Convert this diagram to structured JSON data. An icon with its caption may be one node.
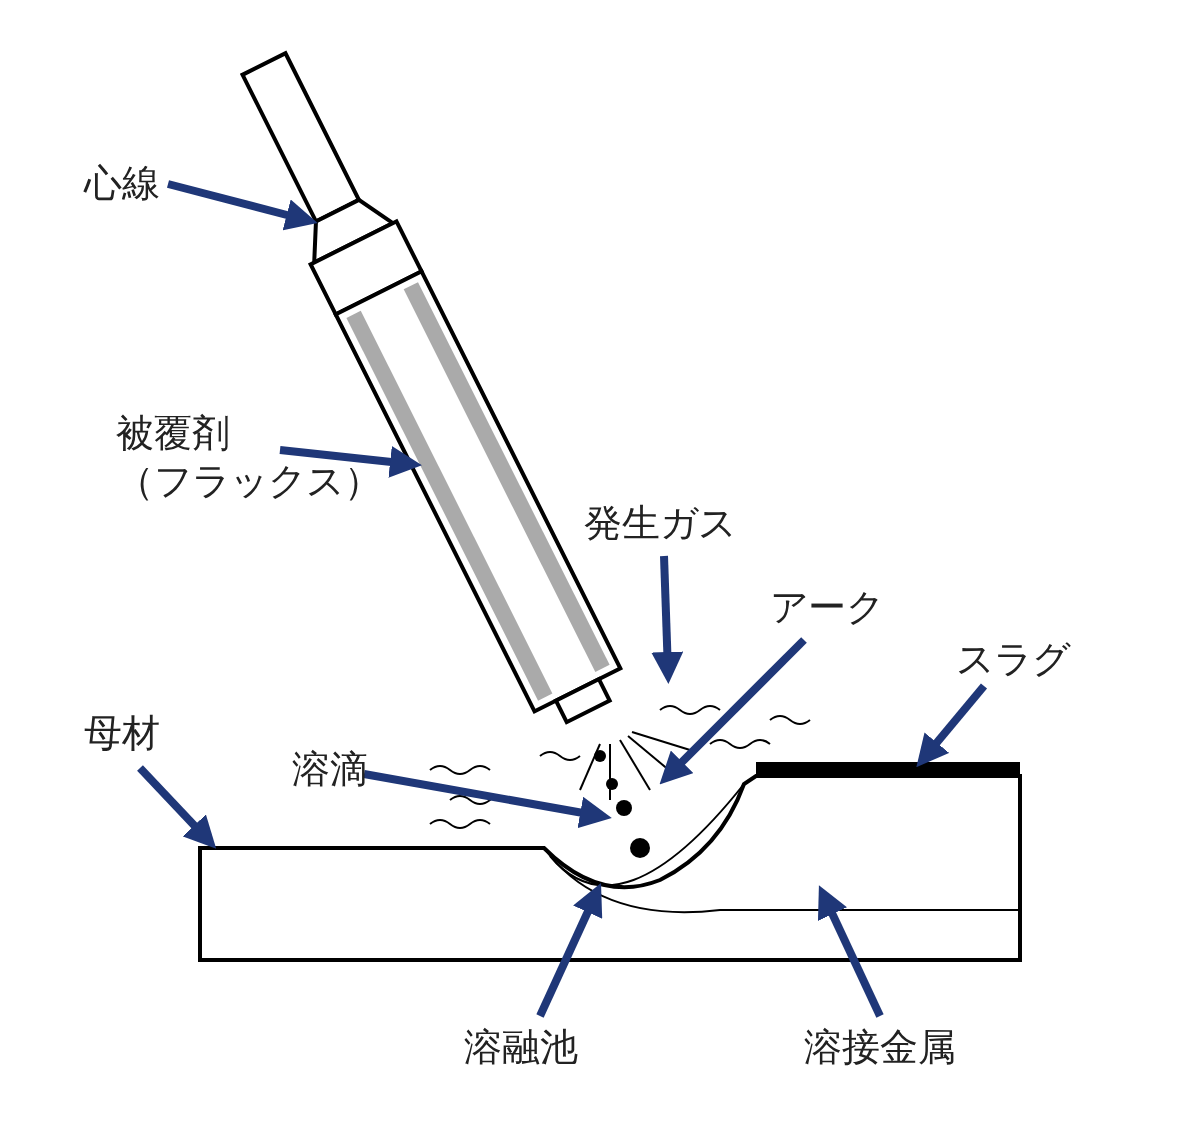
{
  "diagram": {
    "nodes": [
      {
        "text": [
          "心線"
        ]
      },
      {
        "text": [
          "被覆剤（フラックス）"
        ]
      },
      {
        "text": [
          "発生ガス"
        ]
      },
      {
        "text": [
          "アーク"
        ]
      },
      {
        "text": [
          "スラグ"
        ]
      },
      {
        "text": [
          "母材"
        ]
      },
      {
        "text": [
          "溶滴"
        ]
      },
      {
        "text": [
          "溶融池"
        ]
      },
      {
        "text": [
          "溶接金属"
        ]
      }
    ],
    "edges": [
      {
        "from": 0,
        "to": null,
        "arrow": "to"
      },
      {
        "from": 1,
        "to": null,
        "arrow": "to"
      },
      {
        "from": 2,
        "to": null,
        "arrow": "to"
      },
      {
        "from": 3,
        "to": null,
        "arrow": "to"
      },
      {
        "from": 4,
        "to": null,
        "arrow": "to"
      },
      {
        "from": 5,
        "to": null,
        "arrow": "to"
      },
      {
        "from": 6,
        "to": null,
        "arrow": "to"
      },
      {
        "from": 7,
        "to": null,
        "arrow": "to"
      },
      {
        "from": 8,
        "to": null,
        "arrow": "to"
      }
    ]
  }
}
